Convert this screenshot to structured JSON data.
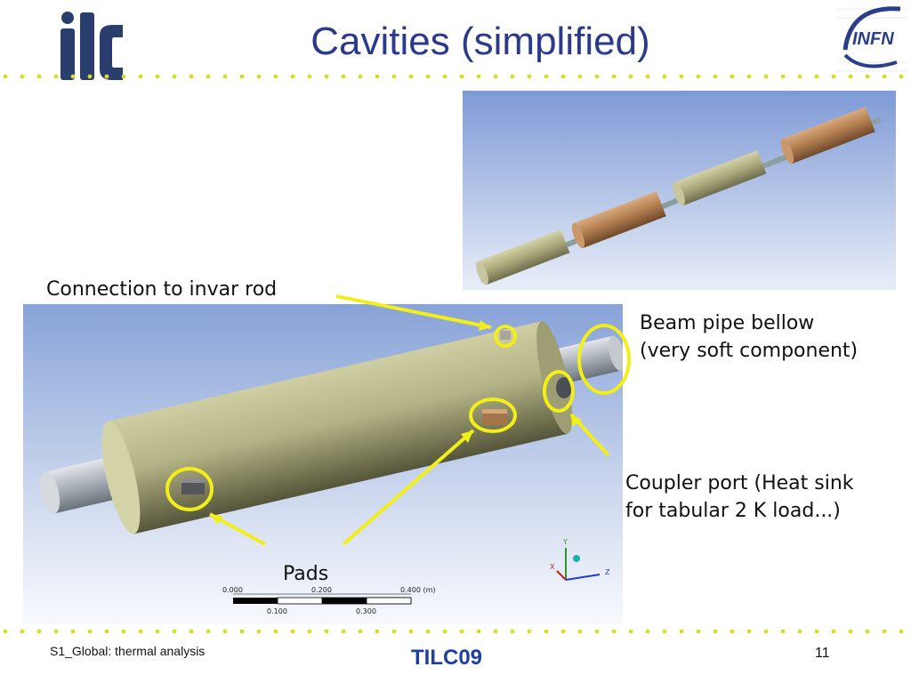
{
  "header": {
    "title": "Cavities (simplified)",
    "logo_left_text": "ilc",
    "logo_right_text": "INFN"
  },
  "annotations": {
    "invar": "Connection to invar rod",
    "bellow_line1": "Beam pipe bellow",
    "bellow_line2": "(very soft component)",
    "coupler_line1": "Coupler port (Heat sink",
    "coupler_line2": "for tabular 2 K load...)",
    "pads": "Pads"
  },
  "scale_bar": {
    "top": [
      "0.000",
      "0.200",
      "0.400 (m)"
    ],
    "bottom": [
      "0.100",
      "0.300"
    ]
  },
  "axes": {
    "y": "Y",
    "x": "X",
    "z": "Z"
  },
  "footer": {
    "left": "S1_Global: thermal analysis",
    "center": "TILC09",
    "page": "11"
  },
  "colors": {
    "title": "#2b3a8a",
    "highlight": "#f2ee1a",
    "cavity": "#b9b889",
    "cavity_copper": "#b8875a",
    "footer_center": "#1f3fa0"
  }
}
